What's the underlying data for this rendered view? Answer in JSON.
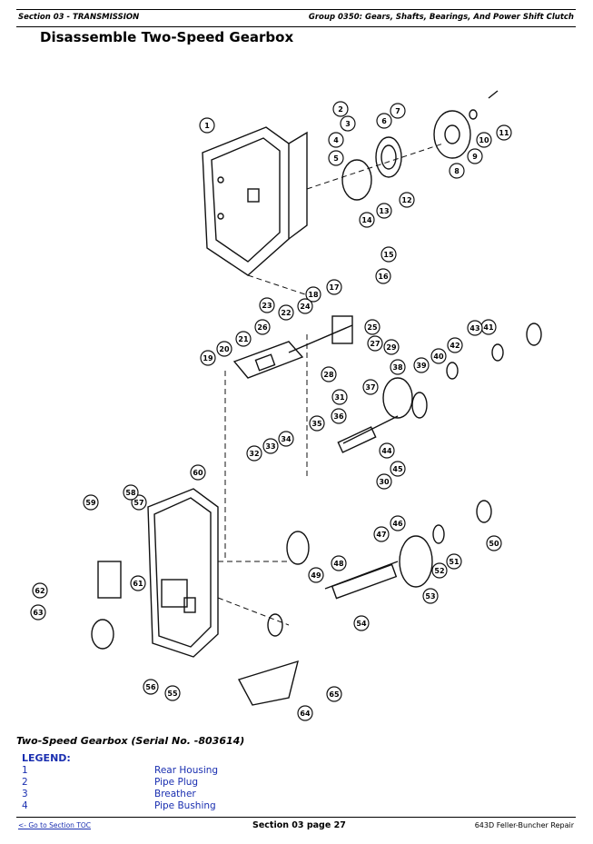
{
  "header": {
    "section": "Section 03 - TRANSMISSION",
    "group": "Group 0350: Gears, Shafts, Bearings, And Power Shift Clutch"
  },
  "title": "Disassemble Two-Speed Gearbox",
  "figure": {
    "caption": "Two-Speed Gearbox (Serial No. -803614)",
    "callouts": [
      "1",
      "2",
      "3",
      "4",
      "5",
      "6",
      "7",
      "8",
      "9",
      "10",
      "11",
      "12",
      "13",
      "14",
      "15",
      "16",
      "17",
      "18",
      "19",
      "20",
      "21",
      "22",
      "23",
      "24",
      "25",
      "26",
      "27",
      "28",
      "29",
      "30",
      "31",
      "32",
      "33",
      "34",
      "35",
      "36",
      "37",
      "38",
      "39",
      "40",
      "41",
      "42",
      "43",
      "44",
      "45",
      "46",
      "47",
      "48",
      "49",
      "50",
      "51",
      "52",
      "53",
      "54",
      "55",
      "56",
      "57",
      "58",
      "59",
      "60",
      "61",
      "62",
      "63",
      "64",
      "65"
    ]
  },
  "legend": {
    "heading": "LEGEND:",
    "items": [
      {
        "num": "1",
        "name": "Rear Housing"
      },
      {
        "num": "2",
        "name": "Pipe Plug"
      },
      {
        "num": "3",
        "name": "Breather"
      },
      {
        "num": "4",
        "name": "Pipe Bushing"
      }
    ]
  },
  "footer": {
    "toc_link": "<- Go to Section TOC",
    "page": "Section 03 page 27",
    "doc": "643D Feller-Buncher Repair"
  }
}
